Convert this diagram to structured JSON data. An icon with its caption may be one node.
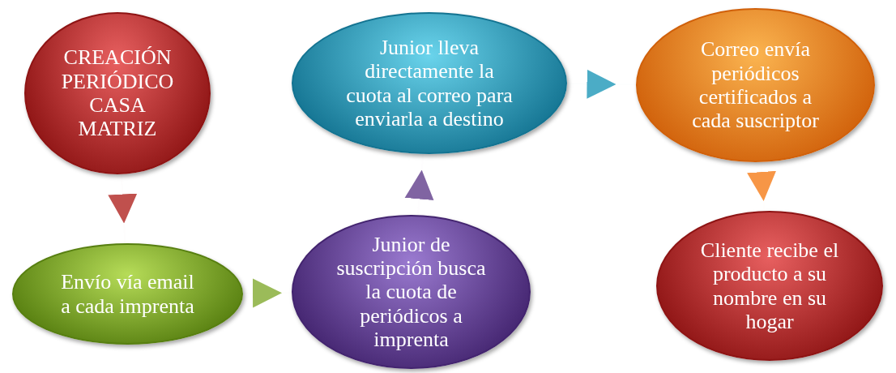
{
  "diagram": {
    "nodes": [
      {
        "text": [
          "CREACIÓN PERIÓDICO CASA MATRIZ"
        ]
      },
      {
        "text": [
          "Envío vía email a cada imprenta"
        ]
      },
      {
        "text": [
          "Junior de suscripción busca la cuota de periódicos a imprenta"
        ]
      },
      {
        "text": [
          "Junior lleva directamente la cuota al correo para enviarla a destino"
        ]
      },
      {
        "text": [
          "Correo envía periódicos certificados a cada suscriptor"
        ]
      },
      {
        "text": [
          "Cliente recibe el producto a su nombre en su hogar"
        ]
      }
    ],
    "edges": [
      {
        "from": 0,
        "to": 1,
        "arrow": "to",
        "color": "#c0504d"
      },
      {
        "from": 1,
        "to": 2,
        "arrow": "to",
        "color": "#9bbb59"
      },
      {
        "from": 2,
        "to": 3,
        "arrow": "to",
        "color": "#8064a2"
      },
      {
        "from": 3,
        "to": 4,
        "arrow": "to",
        "color": "#4bacc6"
      },
      {
        "from": 4,
        "to": 5,
        "arrow": "to",
        "color": "#f79646"
      }
    ]
  }
}
